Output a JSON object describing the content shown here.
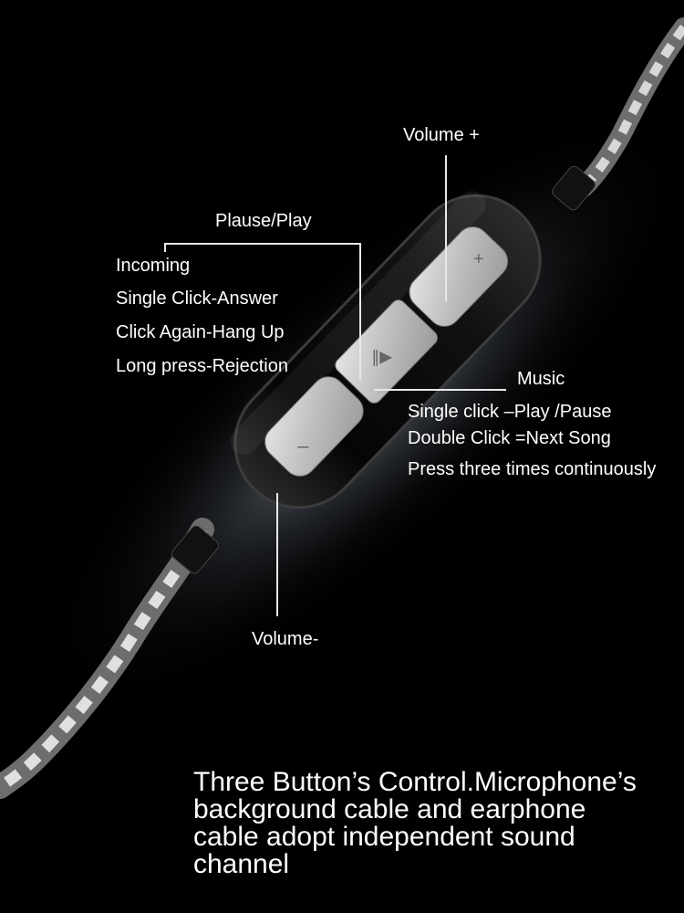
{
  "labels": {
    "volume_plus": "Volume +",
    "pause_play": "Plause/Play",
    "incoming": "Incoming",
    "single_click_answer": "Single Click-Answer",
    "click_again_hang_up": "Click Again-Hang Up",
    "long_press_rejection": "Long press-Rejection",
    "music": "Music",
    "single_click_play_pause": "Single click –Play /Pause",
    "double_click_next_song": "Double Click =Next Song",
    "press_three_times": "Press three times continuously",
    "volume_minus": "Volume-"
  },
  "button_glyphs": {
    "plus": "+",
    "play_pause": "‖▶",
    "minus": "–"
  },
  "caption": {
    "line1": "Three Button’s Control.Microphone’s",
    "line2": "background cable and earphone",
    "line3": "cable adopt independent sound",
    "line4": "channel"
  },
  "colors": {
    "background": "#000000",
    "remote_body": "#0b0b0b",
    "button_face": "#cfcfcf",
    "text": "#ffffff"
  },
  "icons": [
    "cable-icon",
    "plus-icon",
    "play-pause-icon",
    "minus-icon"
  ]
}
